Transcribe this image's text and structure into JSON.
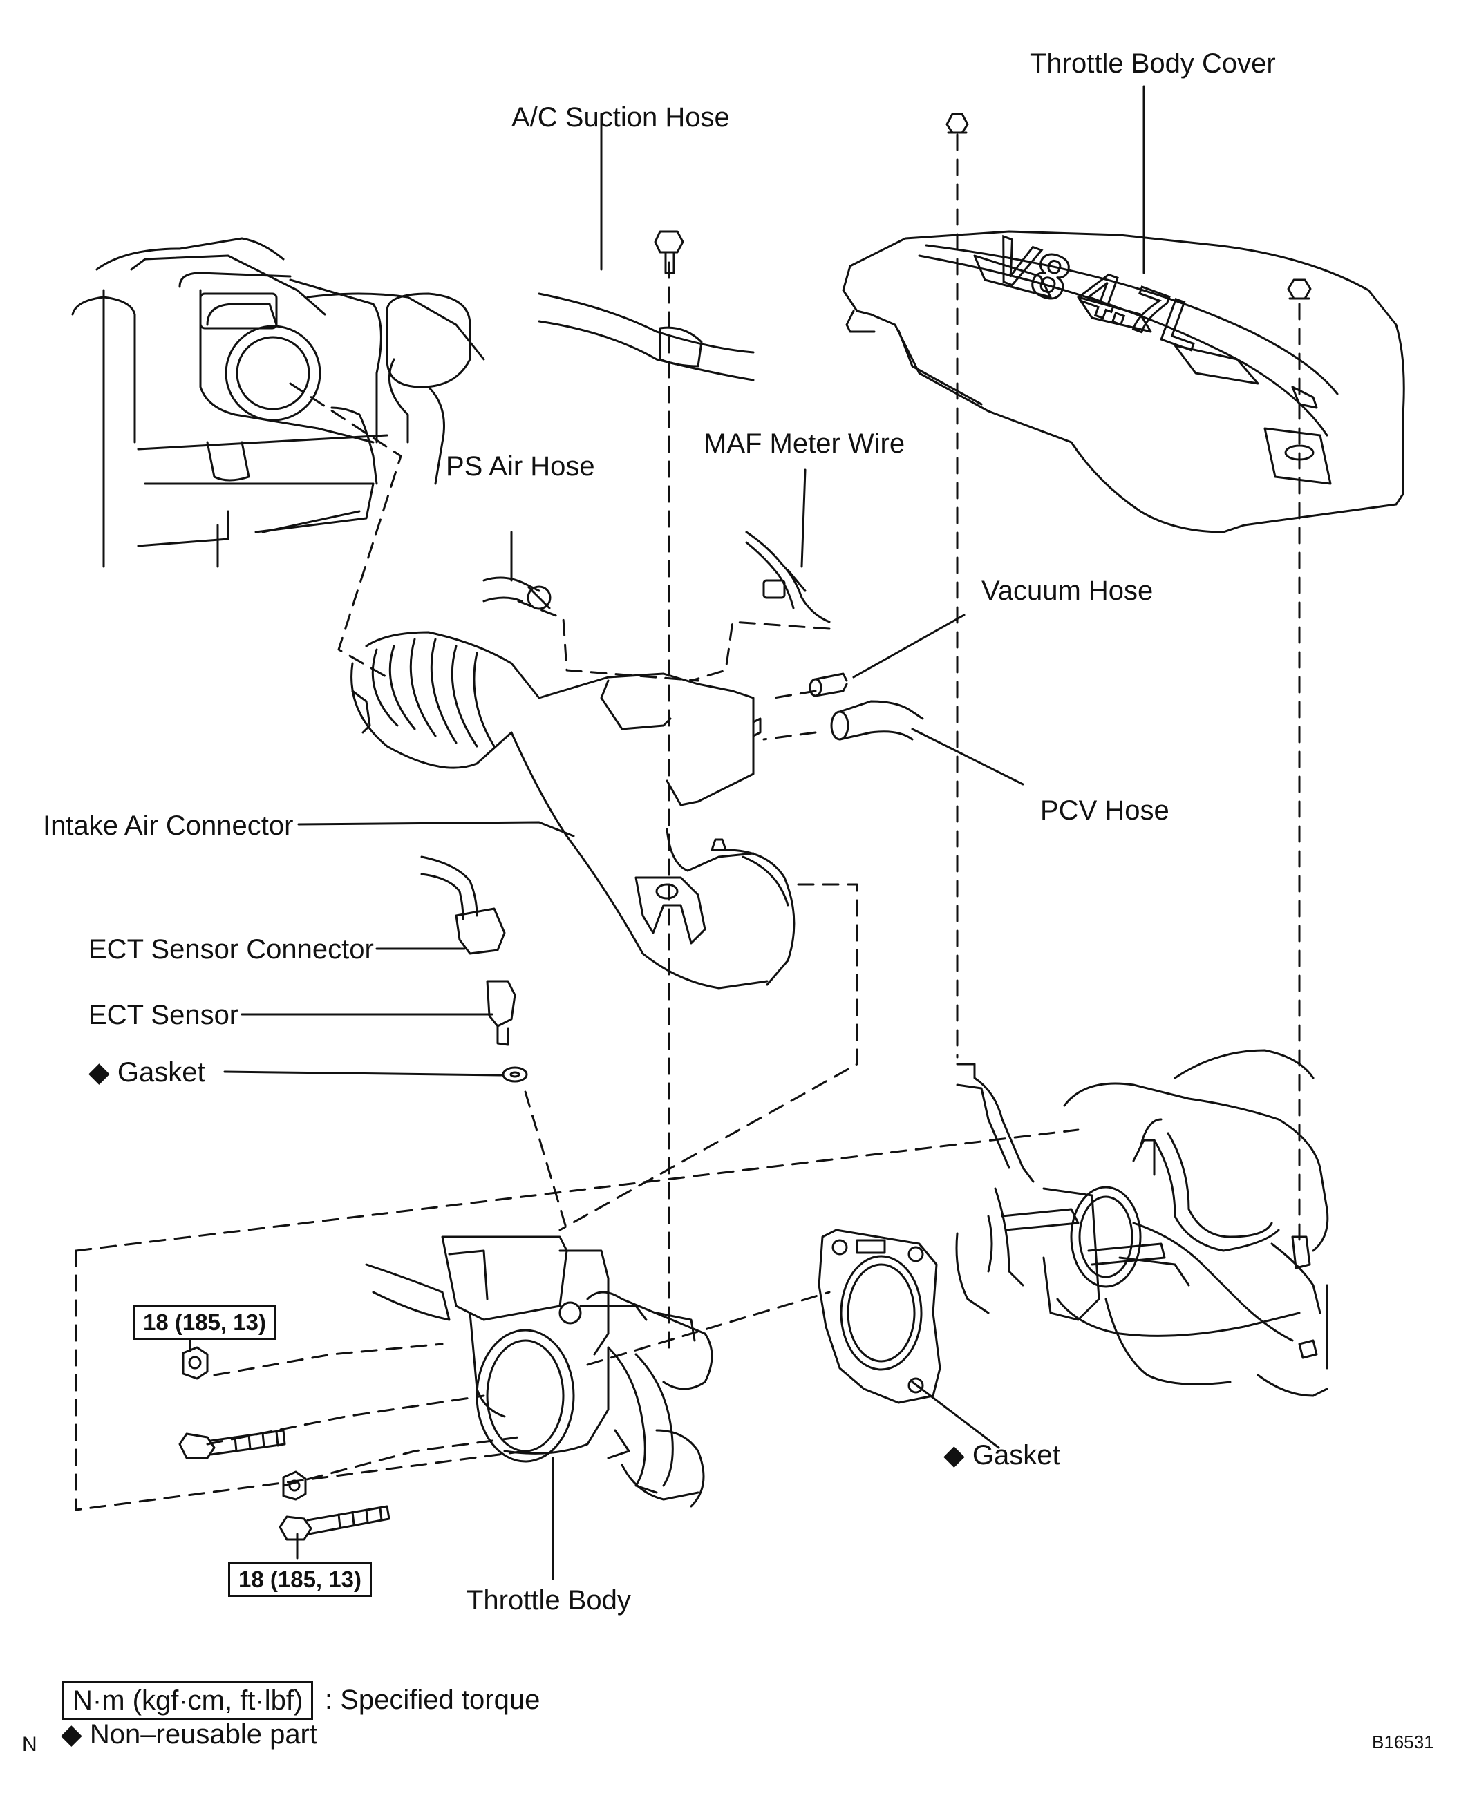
{
  "labels": {
    "throttle_body_cover": "Throttle Body Cover",
    "ac_suction_hose": "A/C Suction Hose",
    "ps_air_hose": "PS Air Hose",
    "maf_meter_wire": "MAF Meter Wire",
    "vacuum_hose": "Vacuum Hose",
    "pcv_hose": "PCV Hose",
    "intake_air_connector": "Intake Air Connector",
    "ect_sensor_connector": "ECT Sensor Connector",
    "ect_sensor": "ECT Sensor",
    "gasket_upper": "Gasket",
    "gasket_lower": "Gasket",
    "throttle_body": "Throttle Body"
  },
  "torque": {
    "upper_nut": "18 (185, 13)",
    "lower_bolt": "18 (185, 13)"
  },
  "legend": {
    "torque_unit": "N·m (kgf·cm, ft·lbf)",
    "torque_desc": ": Specified torque",
    "nonreusable": "Non–reusable part",
    "diamond": "◆"
  },
  "corner": {
    "left_mark": "N",
    "figure_code": "B16531"
  },
  "cover_text": "V8 4.7L"
}
